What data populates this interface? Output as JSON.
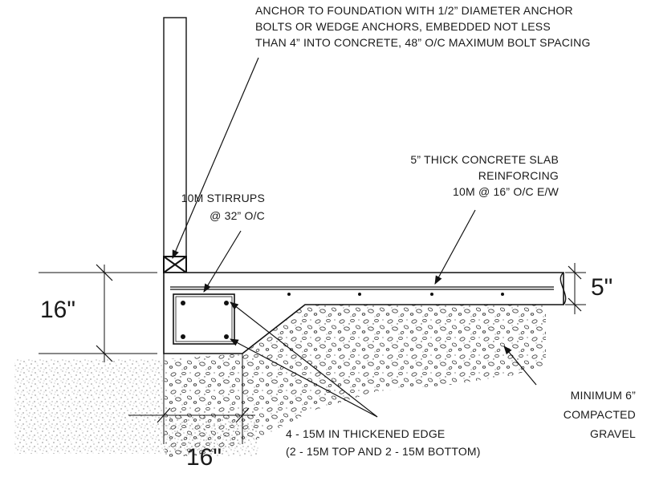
{
  "notes": {
    "anchor": [
      "ANCHOR TO FOUNDATION WITH 1/2” DIAMETER ANCHOR",
      "BOLTS OR WEDGE ANCHORS, EMBEDDED NOT LESS",
      "THAN 4” INTO CONCRETE, 48” O/C MAXIMUM BOLT SPACING"
    ],
    "slab": [
      "5” THICK CONCRETE SLAB",
      "REINFORCING",
      "10M @ 16” O/C E/W"
    ],
    "stirrups": [
      "10M STIRRUPS",
      "@ 32” O/C"
    ],
    "gravel": [
      "MINIMUM 6”",
      "COMPACTED",
      "GRAVEL"
    ],
    "edge_bars": [
      "4 - 15M IN THICKENED EDGE",
      "(2 - 15M TOP AND 2 - 15M BOTTOM)"
    ]
  },
  "dimensions": {
    "edge_depth": "16\"",
    "edge_width": "16\"",
    "slab_thickness": "5\""
  }
}
